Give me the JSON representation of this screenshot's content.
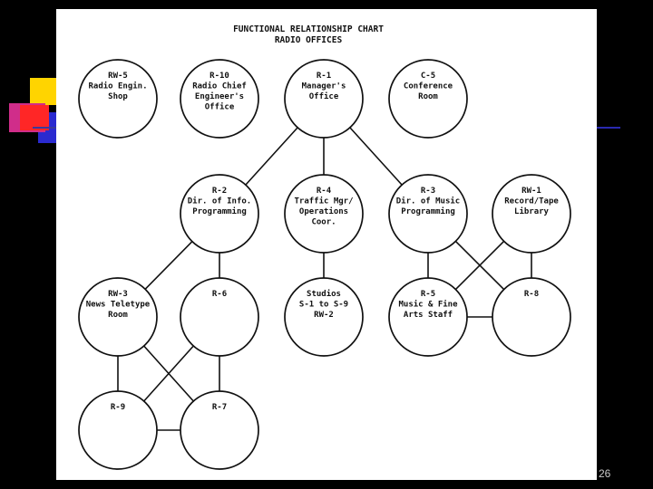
{
  "chart": {
    "title_lines": [
      "FUNCTIONAL RELATIONSHIP CHART",
      "RADIO OFFICES"
    ],
    "nodes": [
      {
        "id": "rw5",
        "lines": [
          "RW-5",
          "Radio Engin.",
          "Shop"
        ]
      },
      {
        "id": "r10",
        "lines": [
          "R-10",
          "Radio Chief",
          "Engineer's",
          "Office"
        ]
      },
      {
        "id": "r1",
        "lines": [
          "R-1",
          "Manager's",
          "Office"
        ]
      },
      {
        "id": "c5",
        "lines": [
          "C-5",
          "Conference",
          "Room"
        ]
      },
      {
        "id": "r2",
        "lines": [
          "R-2",
          "Dir. of Info.",
          "Programming"
        ]
      },
      {
        "id": "r4",
        "lines": [
          "R-4",
          "Traffic Mgr/",
          "Operations",
          "Coor."
        ]
      },
      {
        "id": "r3",
        "lines": [
          "R-3",
          "Dir. of Music",
          "Programming"
        ]
      },
      {
        "id": "rw1",
        "lines": [
          "RW-1",
          "Record/Tape",
          "Library"
        ]
      },
      {
        "id": "rw3",
        "lines": [
          "RW-3",
          "News Teletype",
          "Room"
        ]
      },
      {
        "id": "r6",
        "lines": [
          "R-6"
        ]
      },
      {
        "id": "studios",
        "lines": [
          "Studios",
          "S-1 to S-9",
          "RW-2"
        ]
      },
      {
        "id": "r5",
        "lines": [
          "R-5",
          "Music & Fine",
          "Arts Staff"
        ]
      },
      {
        "id": "r8",
        "lines": [
          "R-8"
        ]
      },
      {
        "id": "r9",
        "lines": [
          "R-9"
        ]
      },
      {
        "id": "r7",
        "lines": [
          "R-7"
        ]
      }
    ],
    "edges": [
      [
        "r1",
        "r4"
      ],
      [
        "r1",
        "r2"
      ],
      [
        "r1",
        "r3"
      ],
      [
        "r2",
        "r6"
      ],
      [
        "r2",
        "rw3"
      ],
      [
        "r4",
        "studios"
      ],
      [
        "r3",
        "r5"
      ],
      [
        "rw1",
        "r5"
      ],
      [
        "rw1",
        "r8"
      ],
      [
        "r3",
        "r8"
      ],
      [
        "r5",
        "r8"
      ],
      [
        "rw3",
        "r9"
      ],
      [
        "rw3",
        "r7"
      ],
      [
        "r6",
        "r9"
      ],
      [
        "r6",
        "r7"
      ],
      [
        "r9",
        "r7"
      ]
    ]
  },
  "slide_number": "26",
  "colors": {
    "background": "#000000",
    "paper": "#ffffff",
    "ink": "#111111",
    "deco_yellow": "#ffd400",
    "deco_red": "#ff2020",
    "deco_magenta": "#e0309a",
    "deco_blue": "#2222cc"
  }
}
